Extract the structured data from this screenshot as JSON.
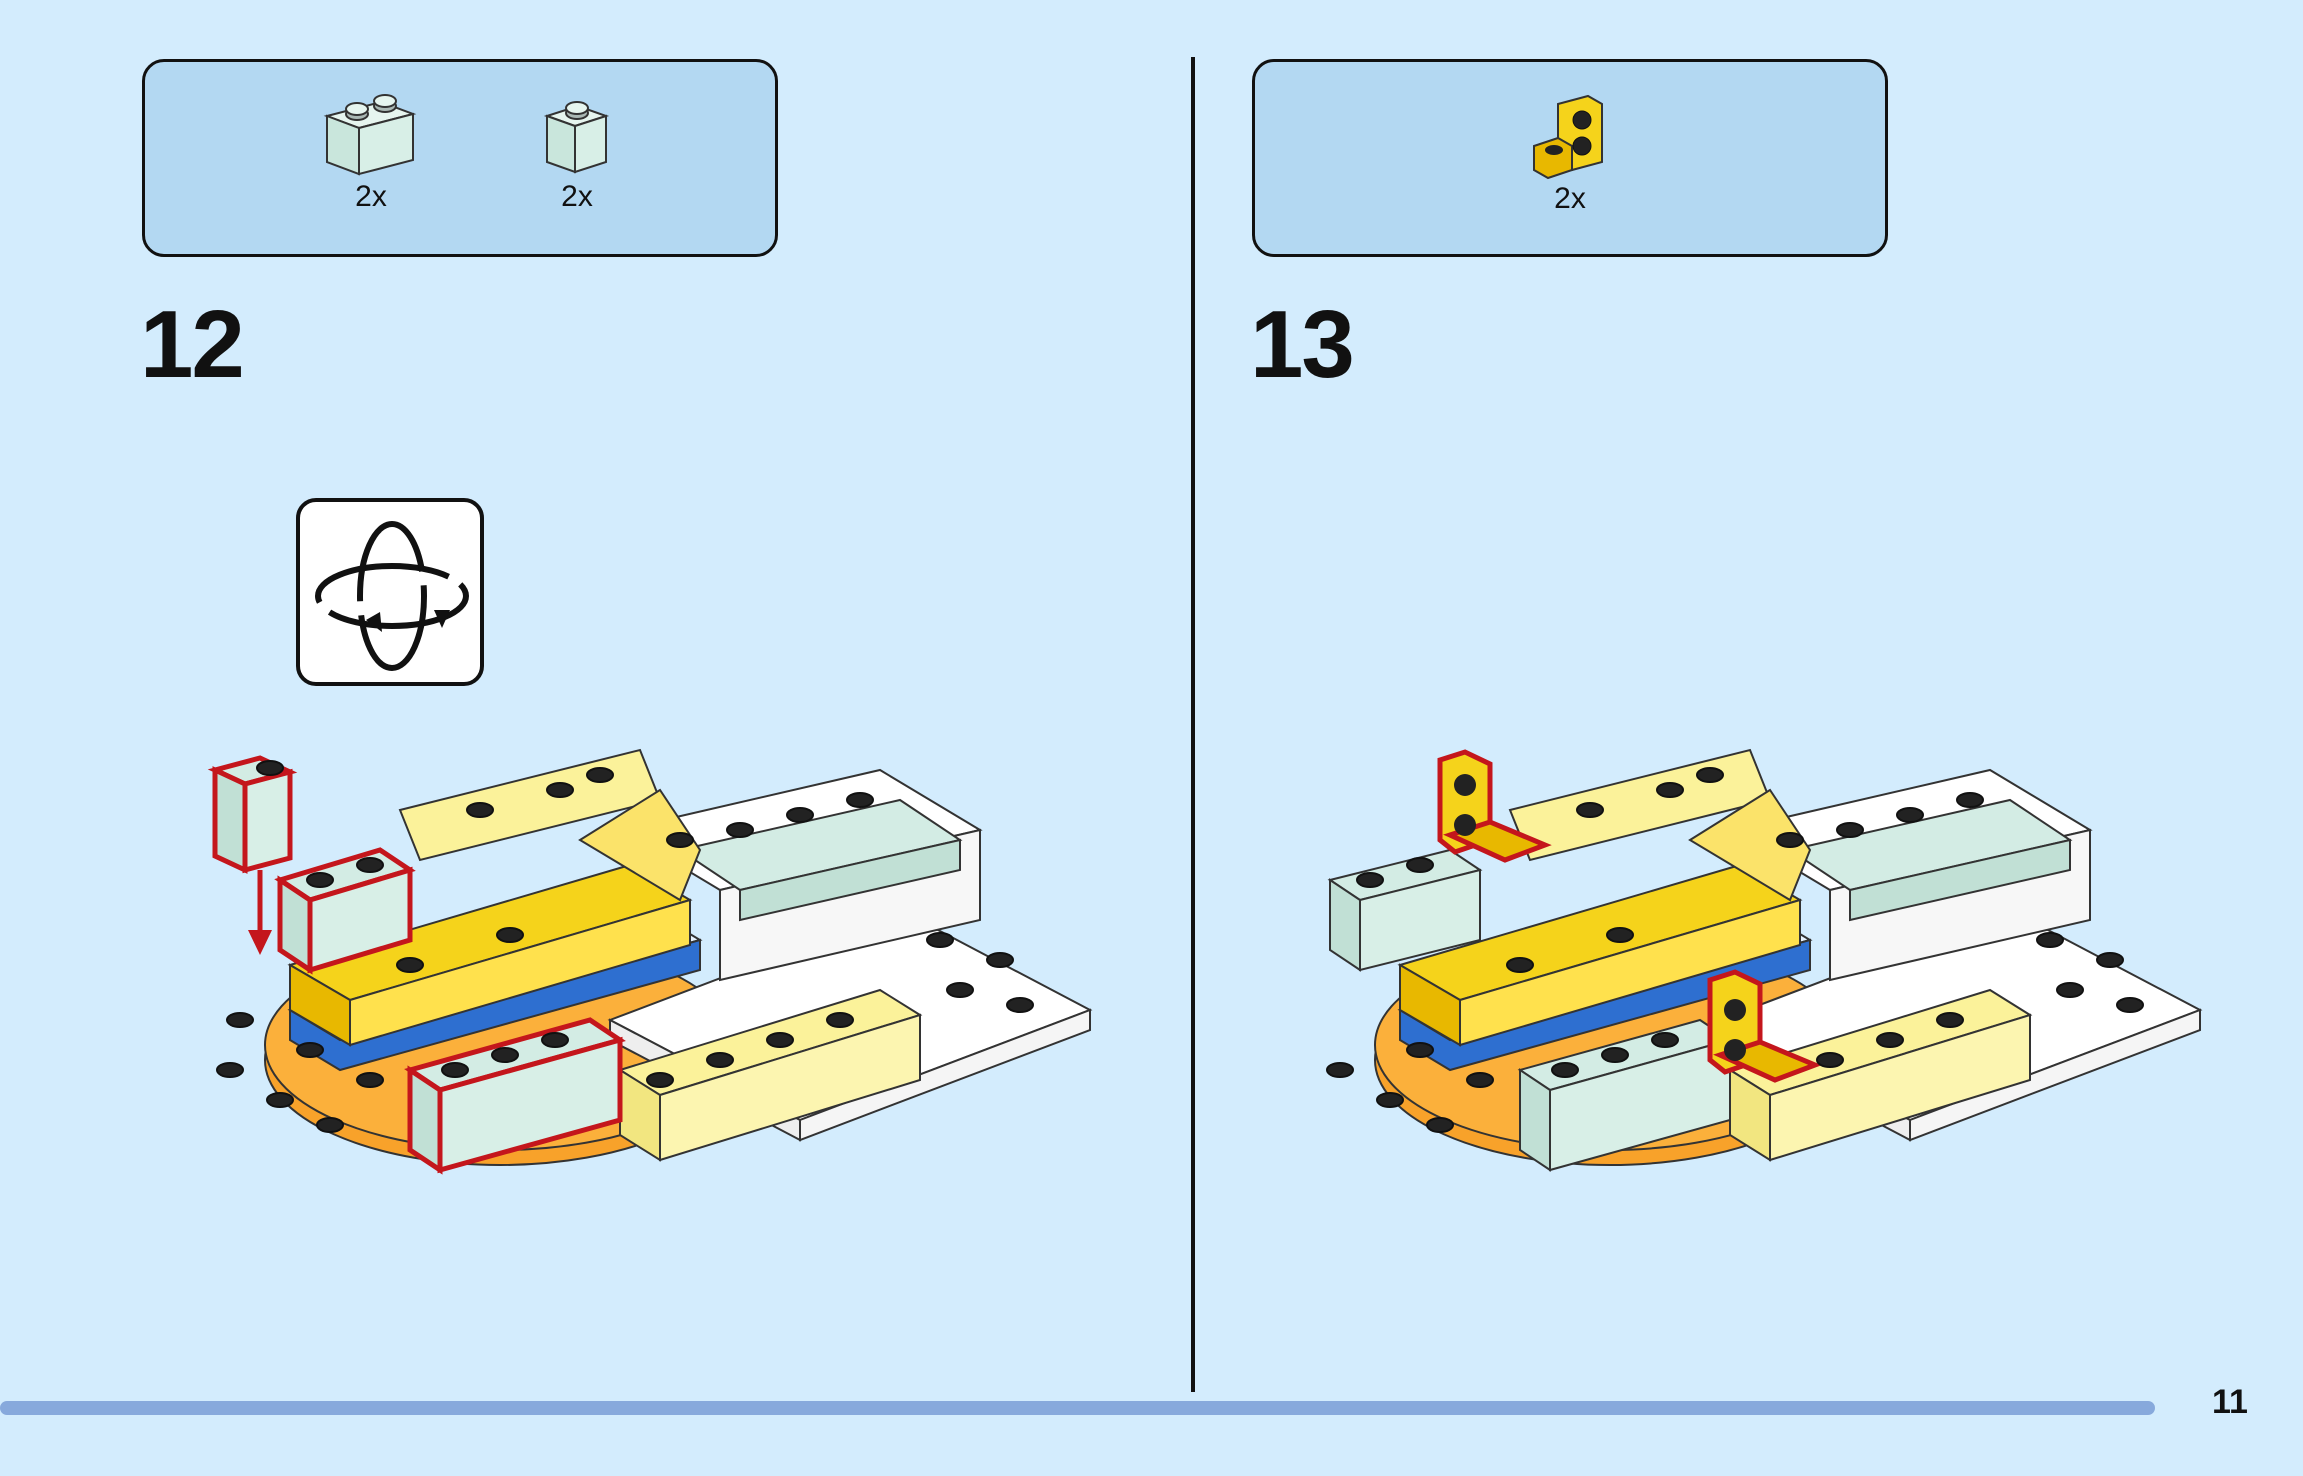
{
  "step12": {
    "number": "12",
    "parts": [
      {
        "icon": "light-aqua-brick-1x2-icon",
        "quantity": "2x"
      },
      {
        "icon": "light-aqua-brick-1x1-icon",
        "quantity": "2x"
      }
    ],
    "rotate_icon": "rotate-model-icon"
  },
  "step13": {
    "number": "13",
    "parts": [
      {
        "icon": "yellow-bracket-1x2-icon",
        "quantity": "2x"
      }
    ]
  },
  "page_number": "11",
  "colors": {
    "background": "#d3ecfd",
    "parts_box": "#b3d8f2",
    "footer_bar": "#87a9dc",
    "highlight": "#c4161c",
    "yellow": "#f5d31b",
    "light_yellow": "#fbf29a",
    "light_aqua": "#d3ece4",
    "orange": "#f8a22a",
    "blue": "#2e6fd0",
    "white": "#ffffff"
  }
}
